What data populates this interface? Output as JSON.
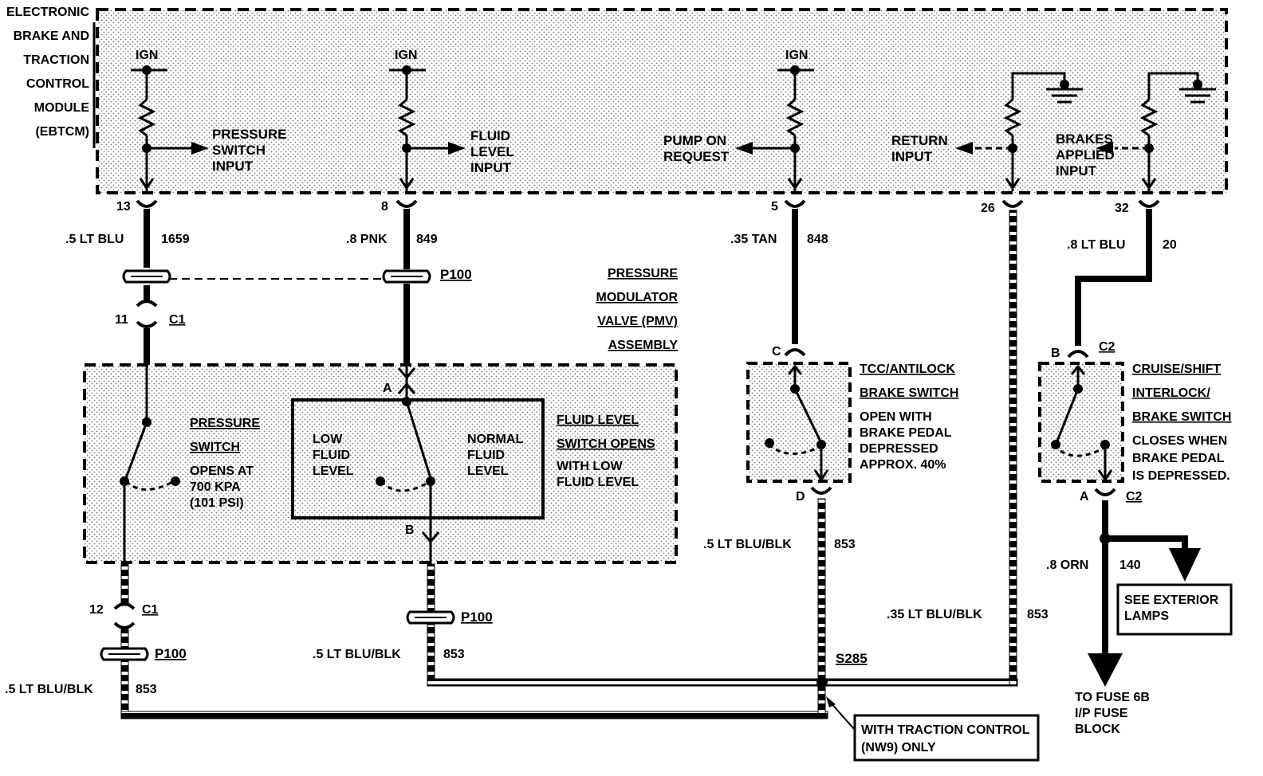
{
  "module_title": [
    "ELECTRONIC",
    "BRAKE AND",
    "TRACTION",
    "CONTROL",
    "MODULE",
    "(EBTCM)"
  ],
  "ign_label": "IGN",
  "module_signals": {
    "pressure_switch_input": [
      "PRESSURE",
      "SWITCH",
      "INPUT"
    ],
    "fluid_level_input": [
      "FLUID",
      "LEVEL",
      "INPUT"
    ],
    "pump_on_request": [
      "PUMP ON",
      "REQUEST"
    ],
    "return_input": [
      "RETURN",
      "INPUT"
    ],
    "brakes_applied_input": [
      "BRAKES",
      "APPLIED",
      "INPUT"
    ]
  },
  "pins": {
    "p13": "13",
    "p8": "8",
    "p5": "5",
    "p26": "26",
    "p32": "32",
    "c1_11": "11",
    "c1_12": "12",
    "pmv_a": "A",
    "pmv_b": "B",
    "tcc_c": "C",
    "tcc_d": "D",
    "cruise_b": "B",
    "cruise_a": "A"
  },
  "connectors": {
    "c1": "C1",
    "c2": "C2",
    "p100": "P100",
    "s285": "S285"
  },
  "wires": {
    "w1659": {
      "spec": ".5 LT BLU",
      "circuit": "1659"
    },
    "w849": {
      "spec": ".8 PNK",
      "circuit": "849"
    },
    "w848": {
      "spec": ".35 TAN",
      "circuit": "848"
    },
    "w20": {
      "spec": ".8 LT BLU",
      "circuit": "20"
    },
    "w853_left": {
      "spec": ".5 LT BLU/BLK",
      "circuit": "853"
    },
    "w853_mid": {
      "spec": ".5 LT BLU/BLK",
      "circuit": "853"
    },
    "w853_tcc": {
      "spec": ".5 LT BLU/BLK",
      "circuit": "853"
    },
    "w853_right": {
      "spec": ".35 LT BLU/BLK",
      "circuit": "853"
    },
    "w140": {
      "spec": ".8 ORN",
      "circuit": "140"
    }
  },
  "pmv_title": [
    "PRESSURE",
    "MODULATOR",
    "VALVE (PMV)",
    "ASSEMBLY"
  ],
  "pressure_switch": {
    "title": [
      "PRESSURE",
      "SWITCH"
    ],
    "note": [
      "OPENS AT",
      "700 KPA",
      "(101 PSI)"
    ]
  },
  "fluid_switch": {
    "low": [
      "LOW",
      "FLUID",
      "LEVEL"
    ],
    "normal": [
      "NORMAL",
      "FLUID",
      "LEVEL"
    ],
    "note": [
      "FLUID LEVEL",
      "SWITCH OPENS",
      "WITH LOW",
      "FLUID LEVEL"
    ]
  },
  "tcc_switch": {
    "title": [
      "TCC/ANTILOCK",
      "BRAKE SWITCH"
    ],
    "note": [
      "OPEN WITH",
      "BRAKE PEDAL",
      "DEPRESSED",
      "APPROX. 40%"
    ]
  },
  "cruise_switch": {
    "title": [
      "CRUISE/SHIFT",
      "INTERLOCK/",
      "BRAKE SWITCH"
    ],
    "note": [
      "CLOSES WHEN",
      "BRAKE PEDAL",
      "IS DEPRESSED."
    ]
  },
  "see_exterior": [
    "SEE EXTERIOR",
    "LAMPS"
  ],
  "to_fuse": [
    "TO FUSE 6B",
    "I/P FUSE",
    "BLOCK"
  ],
  "traction_note": [
    "WITH TRACTION CONTROL",
    "(NW9) ONLY"
  ]
}
